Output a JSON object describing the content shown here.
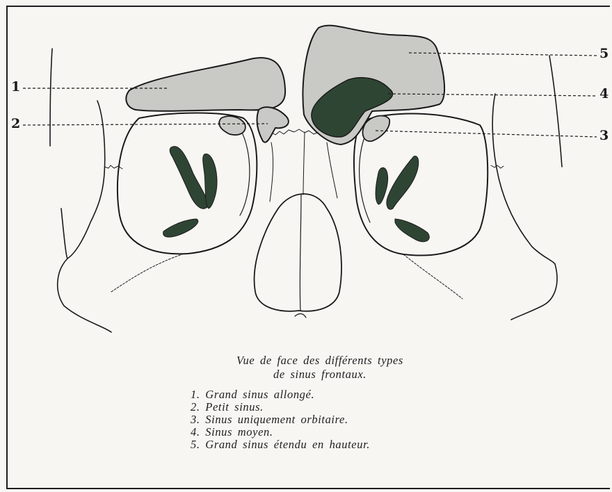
{
  "figure": {
    "labels": [
      "1",
      "2",
      "3",
      "4",
      "5"
    ],
    "caption": {
      "line1": "Vue de face des différents types",
      "line2": "de sinus frontaux."
    },
    "legend": [
      "1. Grand sinus allongé.",
      "2. Petit sinus.",
      "3. Sinus uniquement orbitaire.",
      "4. Sinus moyen.",
      "5. Grand sinus étendu en hauteur."
    ]
  },
  "colors": {
    "sinus_light": "#c9c9c5",
    "sinus_dark": "#2f4534",
    "ink": "#1a1a1a",
    "paper": "#f7f6f2"
  }
}
